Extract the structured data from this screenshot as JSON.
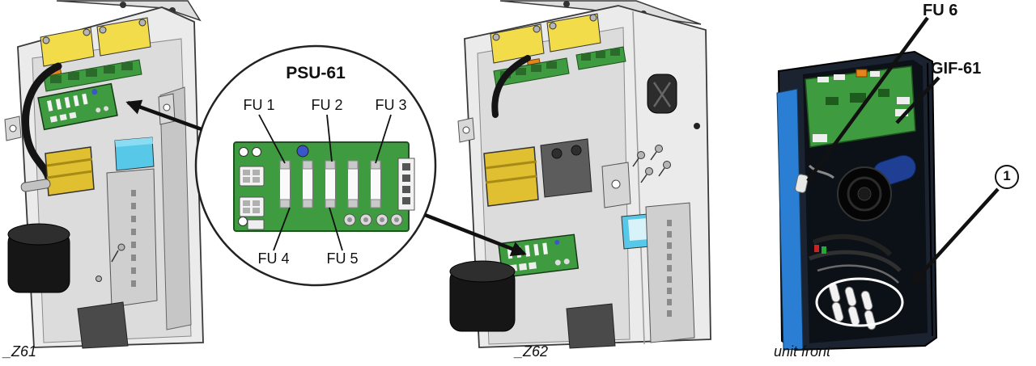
{
  "callout": {
    "title": "PSU-61",
    "fuse_labels": [
      "FU 1",
      "FU 2",
      "FU 3",
      "FU 4",
      "FU 5"
    ]
  },
  "unit_front": {
    "fu6_label": "FU 6",
    "gif61_label": "GIF-61",
    "item_marker": "1"
  },
  "captions": {
    "left_view": "_Z61",
    "middle_view": "_Z62",
    "right_view": "unit front"
  },
  "colors": {
    "pcb_green": "#3f9b3f",
    "component_yellow": "#f2dc4a",
    "transformer_yellow": "#e0c030",
    "accent_cyan": "#58c8e8",
    "door_blue": "#2a7fd4",
    "line_black": "#111111"
  }
}
